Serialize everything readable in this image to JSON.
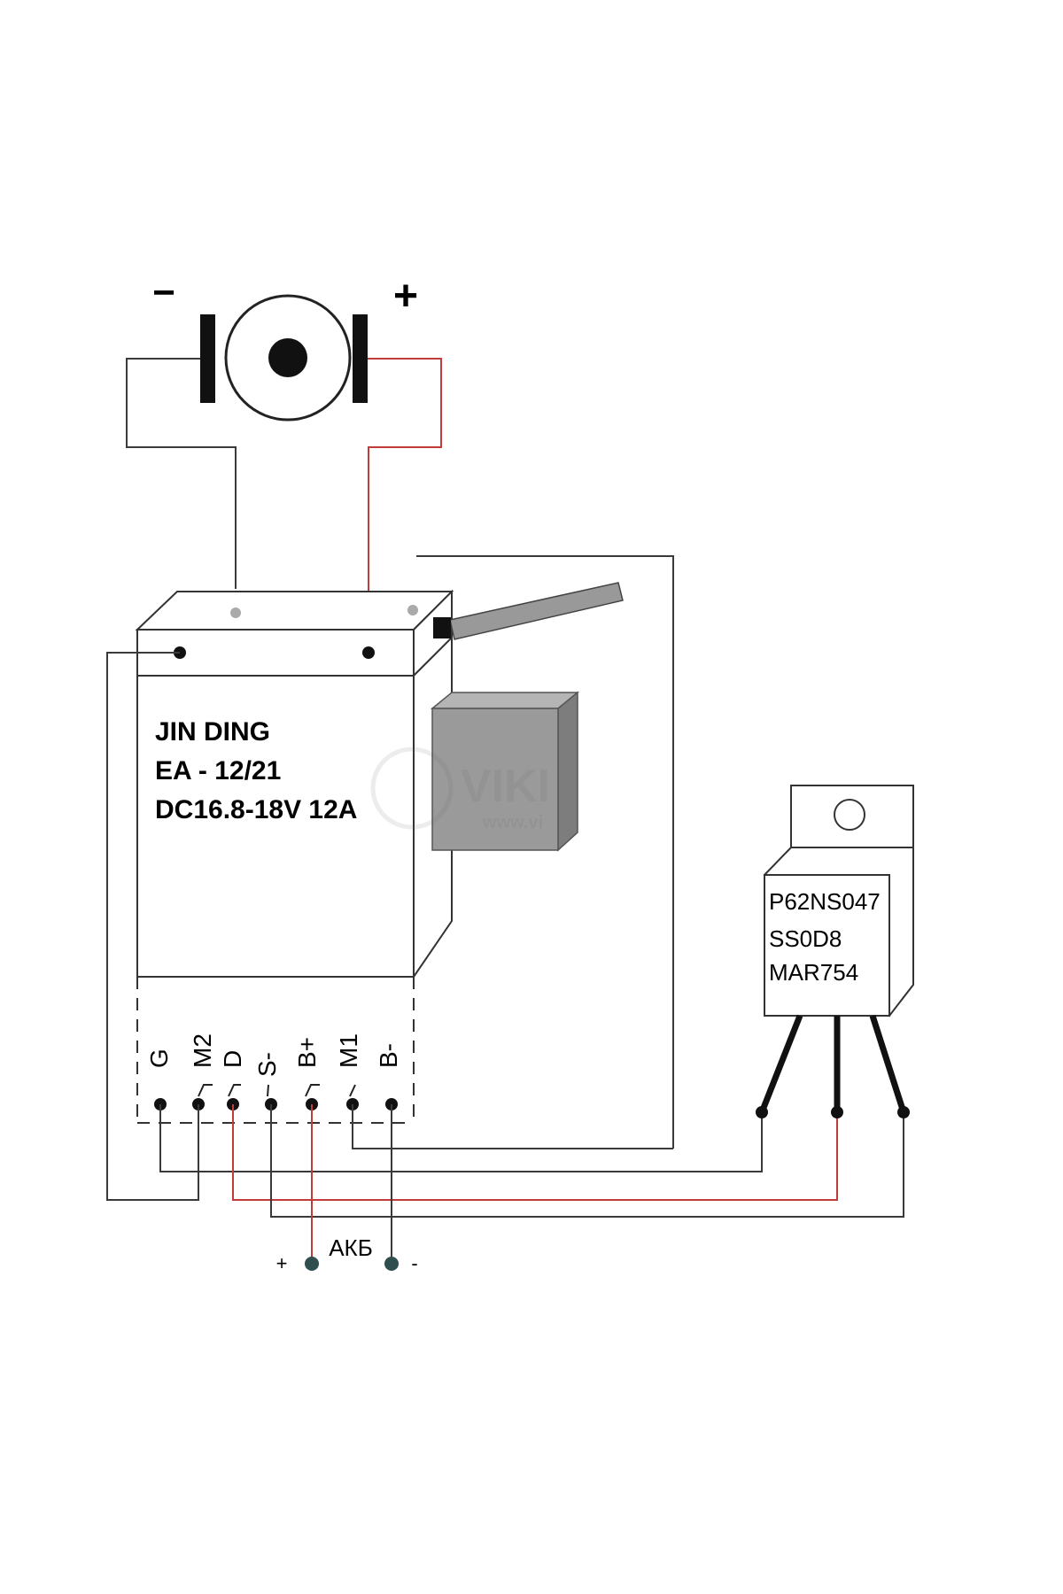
{
  "motor": {
    "minus_label": "−",
    "plus_label": "+"
  },
  "controller": {
    "line1": "JIN DING",
    "line2": "EA - 12/21",
    "line3": "DC16.8-18V 12A"
  },
  "pins": [
    {
      "id": "g",
      "label": "G"
    },
    {
      "id": "m2",
      "label": "M2"
    },
    {
      "id": "d",
      "label": "D"
    },
    {
      "id": "s",
      "label": "S-"
    },
    {
      "id": "bp",
      "label": "B+"
    },
    {
      "id": "m1",
      "label": "M1"
    },
    {
      "id": "bm",
      "label": "B-"
    }
  ],
  "transistor": {
    "line1": "P62NS047",
    "line2": "SS0D8",
    "line3": "MAR754"
  },
  "battery": {
    "label": "АКБ",
    "plus": "+",
    "minus": "-"
  },
  "watermark": {
    "brand": "VIKI",
    "url": "www.vi"
  },
  "colors": {
    "wire": "#3a3a3a",
    "red_wire": "#c23a3a",
    "relay": "#9a9a9a",
    "node": "#111111"
  }
}
